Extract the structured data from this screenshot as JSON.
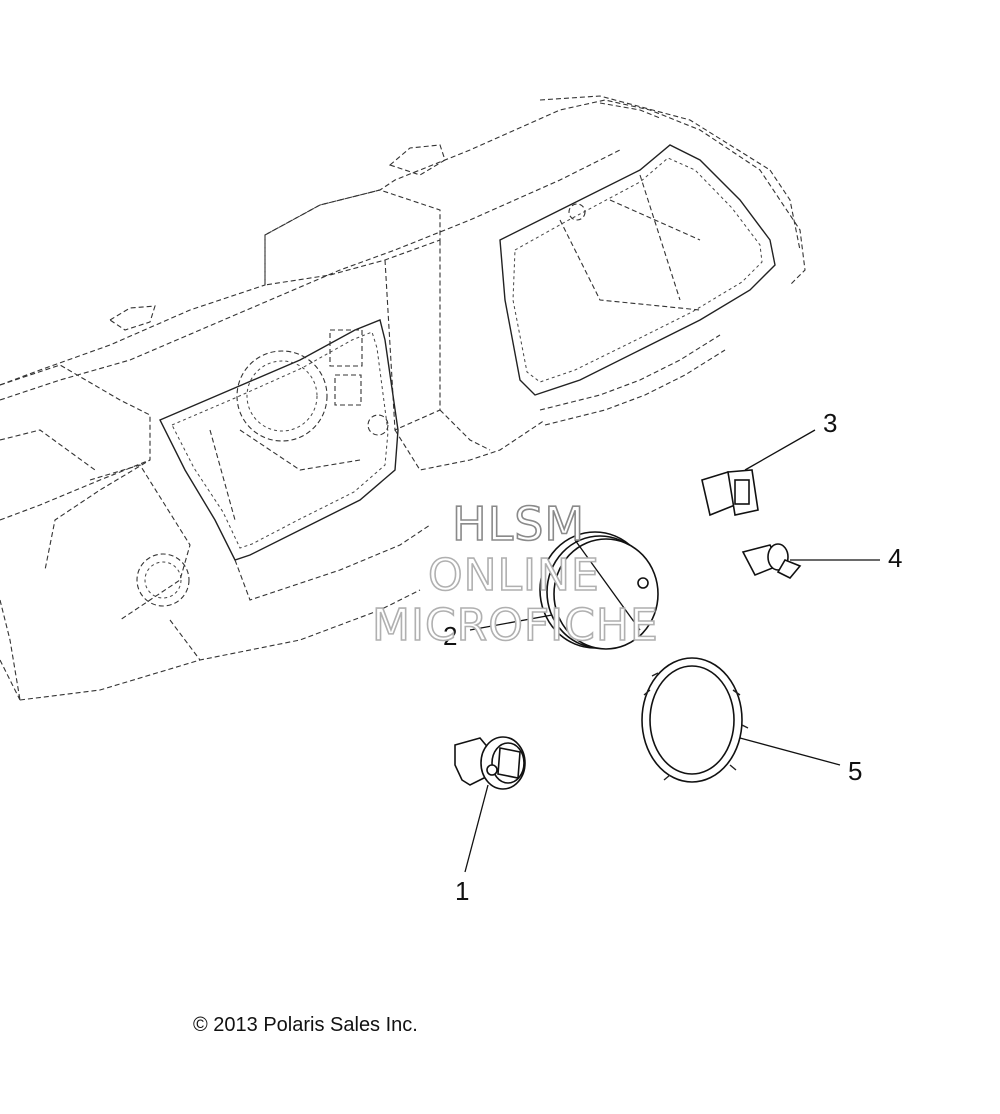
{
  "callouts": [
    {
      "id": "1",
      "label": "1"
    },
    {
      "id": "2",
      "label": "2"
    },
    {
      "id": "3",
      "label": "3"
    },
    {
      "id": "4",
      "label": "4"
    },
    {
      "id": "5",
      "label": "5"
    }
  ],
  "watermark": {
    "line1": "HLSM",
    "line2": "ONLINE",
    "line3": "MICROFICHE"
  },
  "copyright": "© 2013 Polaris Sales Inc."
}
